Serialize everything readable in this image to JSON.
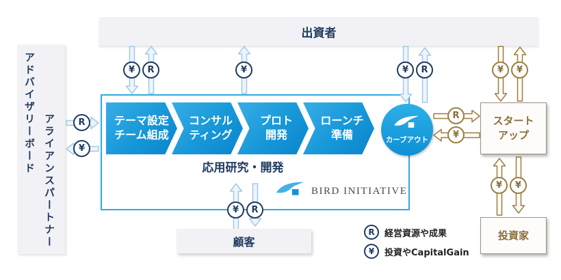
{
  "symbols": {
    "resource": "R",
    "money": "¥"
  },
  "top_bar": {
    "label": "出資者"
  },
  "left_panel": {
    "advisory": "アドバイザリーボード",
    "alliance": "アライアンスパートナー"
  },
  "process": {
    "steps": [
      {
        "label": "テーマ設定\nチーム組成"
      },
      {
        "label": "コンサル\nティング"
      },
      {
        "label": "プロト\n開発"
      },
      {
        "label": "ローンチ\n準備"
      }
    ],
    "carveout": {
      "label": "カーブアウト"
    },
    "caption": "応用研究・開発",
    "brand": "BIRD INITIATIVE"
  },
  "customer": {
    "label": "顧客"
  },
  "startup": {
    "label": "スタート\nアップ"
  },
  "investor": {
    "label": "投資家"
  },
  "legend": {
    "resource": {
      "symbol": "R",
      "label": "経営資源や成果"
    },
    "money": {
      "symbol": "¥",
      "label": "投資やCapitalGain"
    }
  },
  "colors": {
    "accent_blue": "#29abe2",
    "navy": "#1e3a5f",
    "gold": "#9c7d3f",
    "brown_text": "#8a6d3b"
  }
}
